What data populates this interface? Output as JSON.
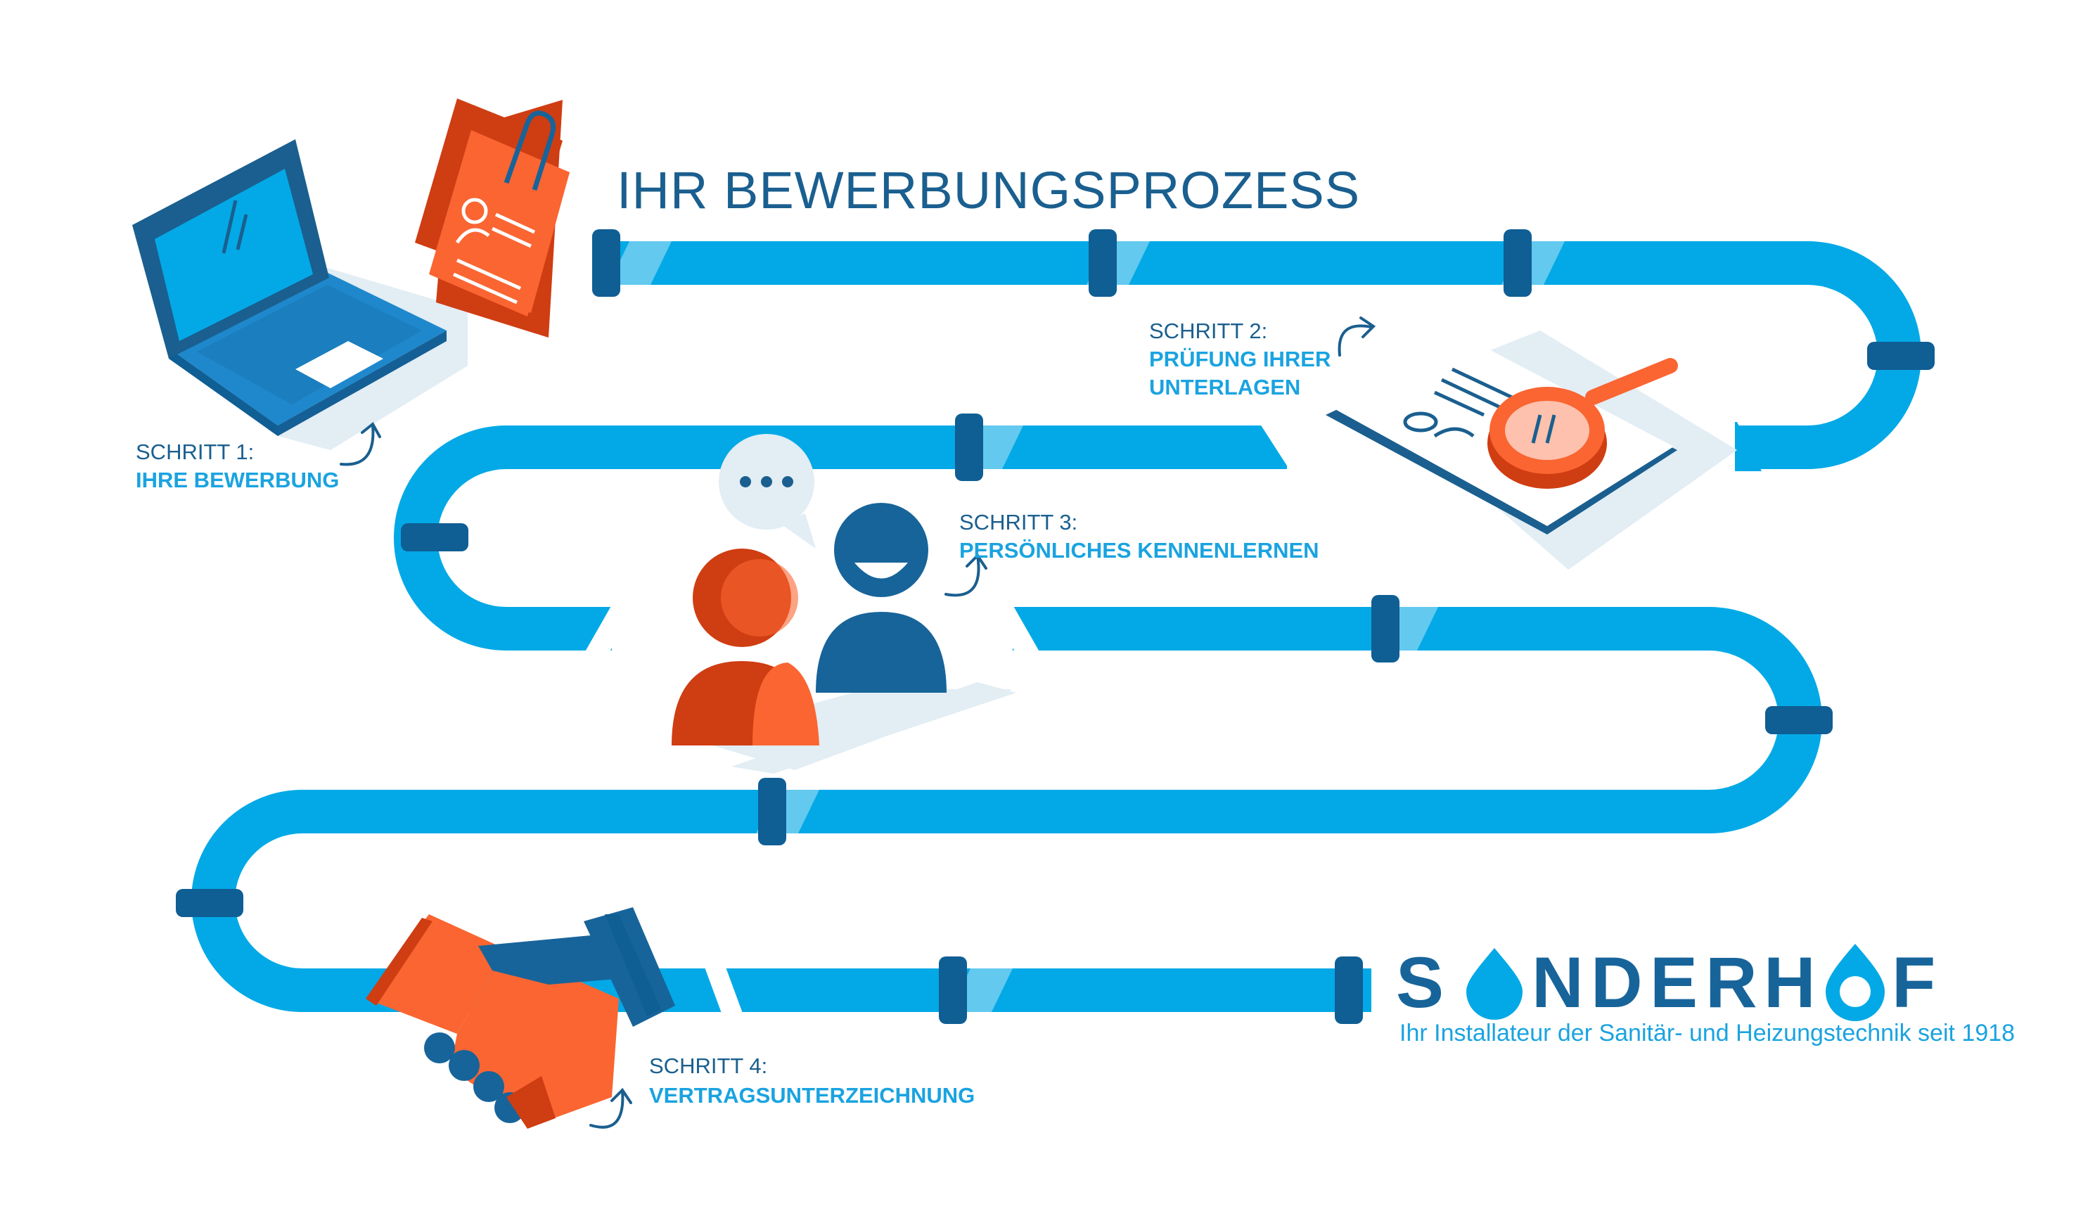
{
  "title": "IHR BEWERBUNGSPROZESS",
  "steps": [
    {
      "label": "SCHRITT 1:",
      "text": "IHRE BEWERBUNG",
      "icon": "laptop-with-application-icon"
    },
    {
      "label": "SCHRITT 2:",
      "text_lines": [
        "PRÜFUNG IHRER",
        "UNTERLAGEN"
      ],
      "icon": "document-magnifier-icon"
    },
    {
      "label": "SCHRITT 3:",
      "text": "PERSÖNLICHES KENNENLERNEN",
      "icon": "two-people-chat-icon"
    },
    {
      "label": "SCHRITT 4:",
      "text": "VERTRAGSUNTERZEICHNUNG",
      "icon": "handshake-icon"
    }
  ],
  "logo": {
    "letters": [
      "S",
      "N",
      "D",
      "E",
      "R",
      "H",
      "F"
    ],
    "tagline": "Ihr Installateur der Sanitär- und Heizungstechnik seit 1918"
  },
  "colors": {
    "pipe": "#03a9e6",
    "pipe_joint": "#0f5e94",
    "dark_blue": "#17649a",
    "orange": "#fa6532",
    "dark_orange": "#cf3d12",
    "shadow": "#e2edf4"
  }
}
